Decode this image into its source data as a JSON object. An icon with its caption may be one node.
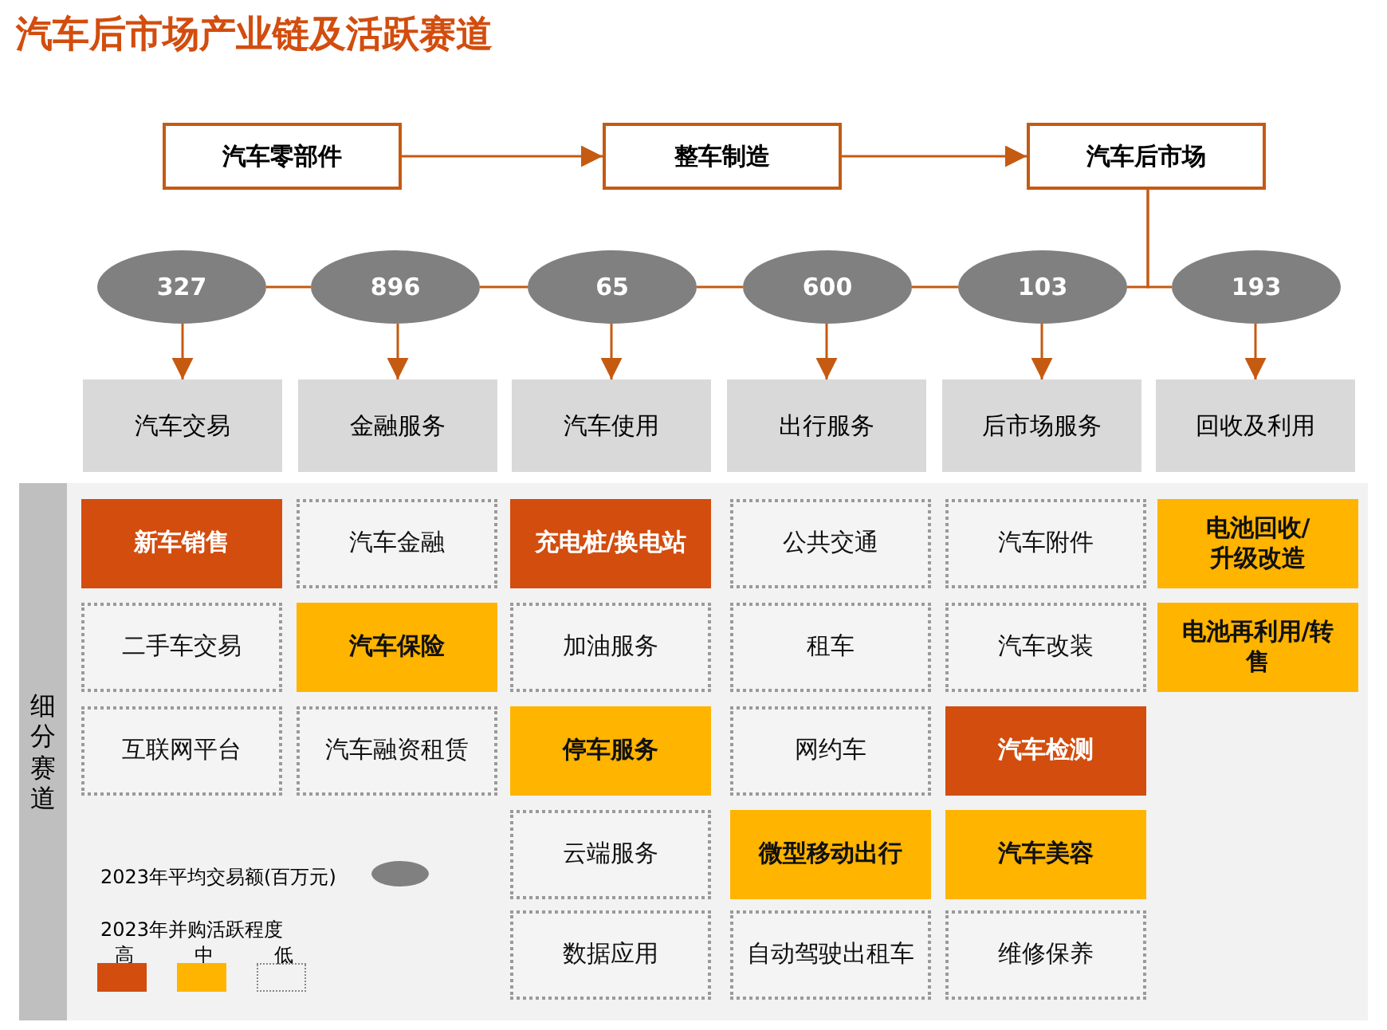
{
  "diagram": {
    "title": "汽车后市场产业链及活跃赛道",
    "nodes": [
      {
        "text": [
          "汽车零部件"
        ]
      },
      {
        "text": [
          "整车制造"
        ]
      },
      {
        "text": [
          "汽车后市场"
        ]
      },
      {
        "text": [
          "327"
        ]
      },
      {
        "text": [
          "896"
        ]
      },
      {
        "text": [
          "65"
        ]
      },
      {
        "text": [
          "600"
        ]
      },
      {
        "text": [
          "103"
        ]
      },
      {
        "text": [
          "193"
        ]
      },
      {
        "text": [
          "汽车交易"
        ]
      },
      {
        "text": [
          "金融服务"
        ]
      },
      {
        "text": [
          "汽车使用"
        ]
      },
      {
        "text": [
          "出行服务"
        ]
      },
      {
        "text": [
          "后市场服务"
        ]
      },
      {
        "text": [
          "回收及利用"
        ]
      },
      {
        "text": [
          "细分赛道"
        ]
      },
      {
        "text": [
          "新车销售"
        ],
        "in": 15
      },
      {
        "text": [
          "汽车金融"
        ],
        "in": 15
      },
      {
        "text": [
          "充电桩/换电站"
        ],
        "in": 15
      },
      {
        "text": [
          "公共交通"
        ],
        "in": 15
      },
      {
        "text": [
          "汽车附件"
        ],
        "in": 15
      },
      {
        "text": [
          "电池回收/升级改造"
        ],
        "in": 15
      },
      {
        "text": [
          "二手车交易"
        ],
        "in": 15
      },
      {
        "text": [
          "汽车保险"
        ],
        "in": 15
      },
      {
        "text": [
          "加油服务"
        ],
        "in": 15
      },
      {
        "text": [
          "租车"
        ],
        "in": 15
      },
      {
        "text": [
          "汽车改装"
        ],
        "in": 15
      },
      {
        "text": [
          "电池再利用/转售"
        ],
        "in": 15
      },
      {
        "text": [
          "互联网平台"
        ],
        "in": 15
      },
      {
        "text": [
          "汽车融资租赁"
        ],
        "in": 15
      },
      {
        "text": [
          "停车服务"
        ],
        "in": 15
      },
      {
        "text": [
          "网约车"
        ],
        "in": 15
      },
      {
        "text": [
          "汽车检测"
        ],
        "in": 15
      },
      {
        "text": [
          "云端服务"
        ],
        "in": 15
      },
      {
        "text": [
          "微型移动出行"
        ],
        "in": 15
      },
      {
        "text": [
          "汽车美容"
        ],
        "in": 15
      },
      {
        "text": [
          "数据应用"
        ],
        "in": 15
      },
      {
        "text": [
          "自动驾驶出租车"
        ],
        "in": 15
      },
      {
        "text": [
          "维修保养"
        ],
        "in": 15
      }
    ],
    "edges": [
      {
        "from": 0,
        "to": 1,
        "arrow": "to"
      },
      {
        "from": 1,
        "to": 2,
        "arrow": "to"
      },
      {
        "from": 3,
        "to": 4,
        "arrow": "none"
      },
      {
        "from": 4,
        "to": 5,
        "arrow": "none"
      },
      {
        "from": 5,
        "to": 6,
        "arrow": "none"
      },
      {
        "from": 6,
        "to": 7,
        "arrow": "none"
      },
      {
        "from": 2,
        "to": 7,
        "arrow": "none"
      },
      {
        "from": 2,
        "to": 8,
        "arrow": "none"
      },
      {
        "from": 3,
        "to": 9,
        "arrow": "to"
      },
      {
        "from": 4,
        "to": 10,
        "arrow": "to"
      },
      {
        "from": 5,
        "to": 11,
        "arrow": "to"
      },
      {
        "from": 6,
        "to": 12,
        "arrow": "to"
      },
      {
        "from": 7,
        "to": 13,
        "arrow": "to"
      },
      {
        "from": 8,
        "to": 14,
        "arrow": "to"
      }
    ],
    "labels": [
      "2023年并购活跃程度"
    ],
    "legend": [
      {
        "text": "2023年平均交易额(百万元)"
      },
      {
        "text": "高",
        "color": "#d24d0e"
      },
      {
        "text": "中",
        "color": "#ffb400"
      },
      {
        "text": "低"
      }
    ]
  }
}
